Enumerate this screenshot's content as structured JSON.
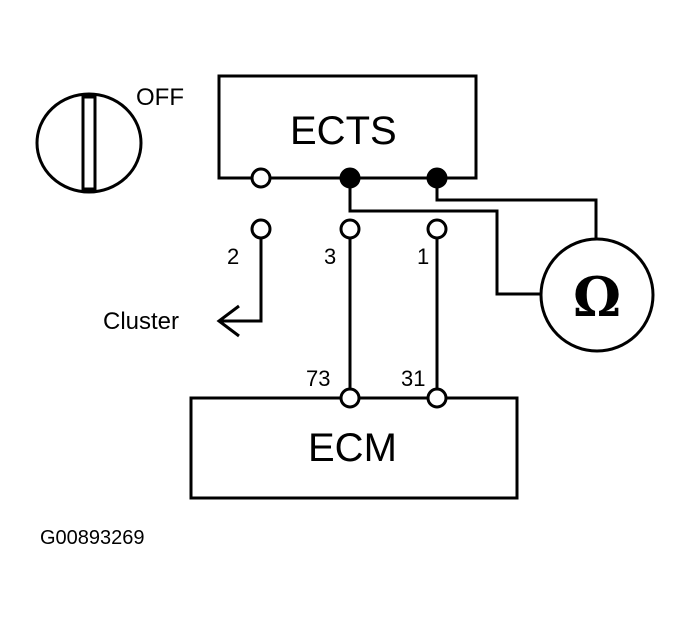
{
  "switch": {
    "state_label": "OFF"
  },
  "ects": {
    "label": "ECTS"
  },
  "ecm": {
    "label": "ECM"
  },
  "meter": {
    "symbol": "Ω"
  },
  "connector_pins": [
    "2",
    "3",
    "1"
  ],
  "ecm_pins": [
    "73",
    "31"
  ],
  "cluster": {
    "label": "Cluster"
  },
  "figure_code": "G00893269"
}
